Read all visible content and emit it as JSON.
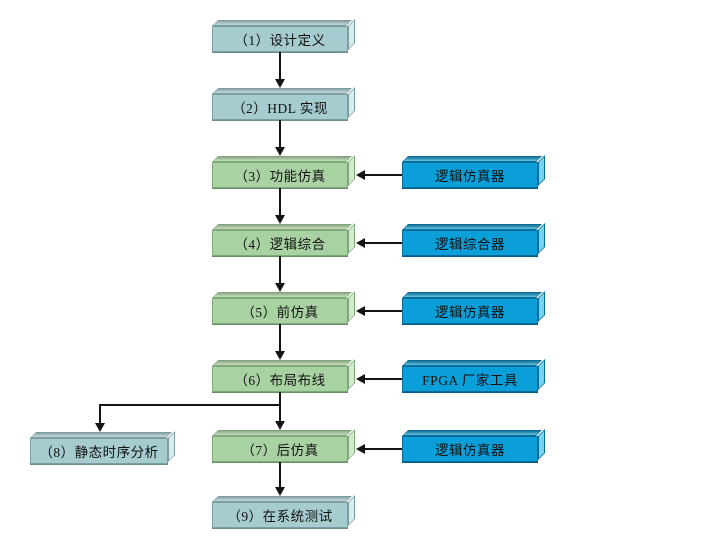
{
  "page": {
    "background": "#ffffff"
  },
  "palette": {
    "teal_front": "#a7cccf",
    "teal_top": "#8da4a6",
    "teal_side": "#d9ecec",
    "green_front": "#a9d2a3",
    "green_top": "#90a789",
    "green_side": "#d5e9ce",
    "blue_front": "#0a9fd8",
    "blue_top": "#1d6f96",
    "blue_side": "#78d3ec",
    "connector": "#141414",
    "text": "#111111"
  },
  "flow": {
    "steps": [
      {
        "id": "1",
        "label": "（1）设计定义",
        "type": "teal"
      },
      {
        "id": "2",
        "label": "（2）HDL 实现",
        "type": "teal"
      },
      {
        "id": "3",
        "label": "（3）功能仿真",
        "type": "green"
      },
      {
        "id": "4",
        "label": "（4）逻辑综合",
        "type": "green"
      },
      {
        "id": "5",
        "label": "（5）前仿真",
        "type": "green"
      },
      {
        "id": "6",
        "label": "（6）布局布线",
        "type": "green"
      },
      {
        "id": "7",
        "label": "（7）后仿真",
        "type": "green"
      },
      {
        "id": "8",
        "label": "（8）静态时序分析",
        "type": "teal"
      },
      {
        "id": "9",
        "label": "（9）在系统测试",
        "type": "teal"
      }
    ],
    "tools": [
      {
        "id": "tool-1",
        "label": "逻辑仿真器",
        "points_to_step": "3"
      },
      {
        "id": "tool-2",
        "label": "逻辑综合器",
        "points_to_step": "4"
      },
      {
        "id": "tool-3",
        "label": "逻辑仿真器",
        "points_to_step": "5"
      },
      {
        "id": "tool-4",
        "label": "FPGA 厂家工具",
        "points_to_step": "6"
      },
      {
        "id": "tool-5",
        "label": "逻辑仿真器",
        "points_to_step": "7"
      }
    ],
    "edges": [
      {
        "from": "1",
        "to": "2"
      },
      {
        "from": "2",
        "to": "3"
      },
      {
        "from": "3",
        "to": "4"
      },
      {
        "from": "4",
        "to": "5"
      },
      {
        "from": "5",
        "to": "6"
      },
      {
        "from": "6",
        "to": "7"
      },
      {
        "from": "6",
        "to": "8"
      },
      {
        "from": "7",
        "to": "9"
      },
      {
        "from": "tool-1",
        "to": "3"
      },
      {
        "from": "tool-2",
        "to": "4"
      },
      {
        "from": "tool-3",
        "to": "5"
      },
      {
        "from": "tool-4",
        "to": "6"
      },
      {
        "from": "tool-5",
        "to": "7"
      }
    ]
  }
}
